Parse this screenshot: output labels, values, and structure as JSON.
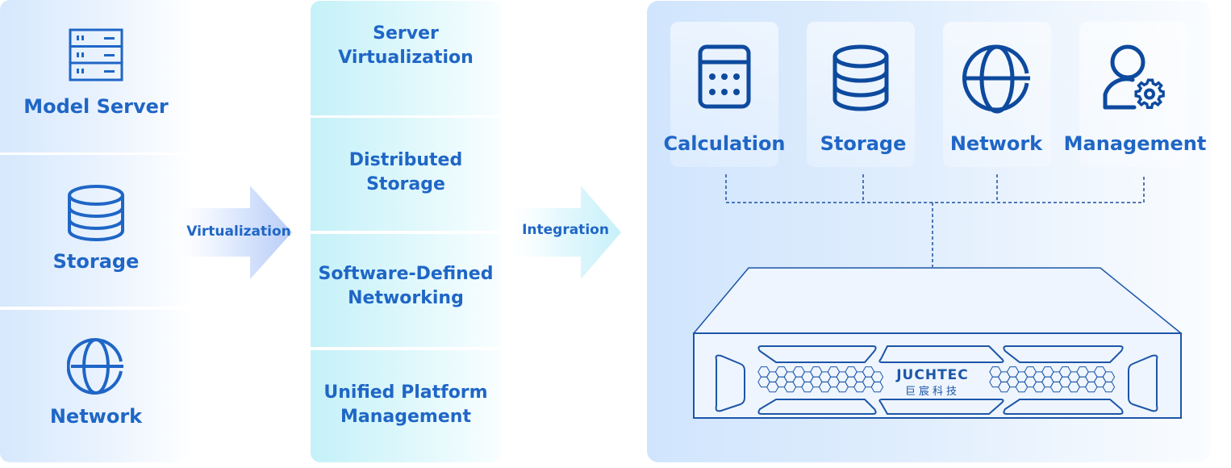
{
  "resources": [
    {
      "label": "Model Server",
      "icon": "server-rack-icon"
    },
    {
      "label": "Storage",
      "icon": "database-icon"
    },
    {
      "label": "Network",
      "icon": "globe-icon"
    }
  ],
  "arrows": {
    "virtualization": "Virtualization",
    "integration": "Integration"
  },
  "virtualization_layers": [
    {
      "label": "Server\nVirtualization"
    },
    {
      "label": "Distributed\nStorage"
    },
    {
      "label": "Software-Defined\nNetworking"
    },
    {
      "label": "Unified Platform\nManagement"
    }
  ],
  "platform": {
    "capabilities": [
      {
        "label": "Calculation",
        "icon": "calculator-icon"
      },
      {
        "label": "Storage",
        "icon": "database-icon"
      },
      {
        "label": "Network",
        "icon": "globe-icon"
      },
      {
        "label": "Management",
        "icon": "user-gear-icon"
      }
    ],
    "appliance": {
      "brand": "JUCHTEC",
      "brand_cn": "巨宸科技"
    }
  },
  "colors": {
    "text_blue": "#1f66c6",
    "icon_dark_blue": "#0d4a9e",
    "icon_blue": "#1f66c6"
  }
}
